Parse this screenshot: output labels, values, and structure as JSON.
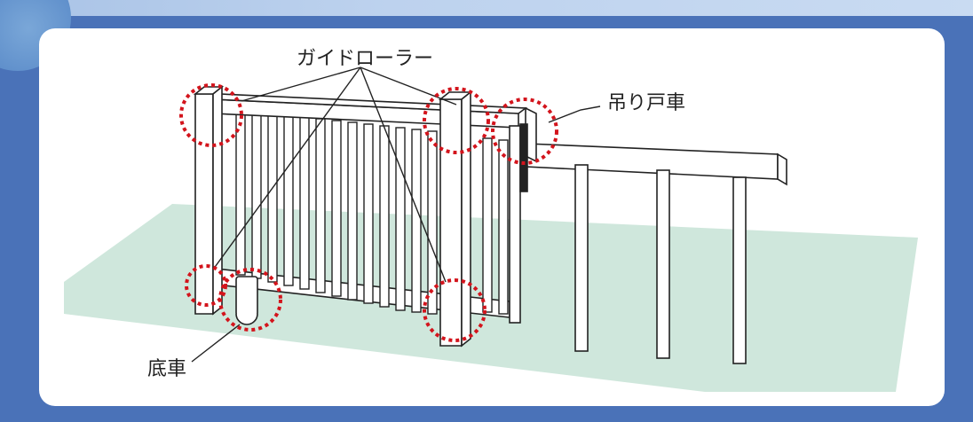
{
  "labels": {
    "guide_roller": "ガイドローラー",
    "hanging_wheel": "吊り戸車",
    "bottom_wheel": "底車"
  },
  "colors": {
    "frame_background": "#4a72b8",
    "panel": "#ffffff",
    "ground": "#cfe7dc",
    "highlight": "#d3141c",
    "line": "#222222"
  }
}
